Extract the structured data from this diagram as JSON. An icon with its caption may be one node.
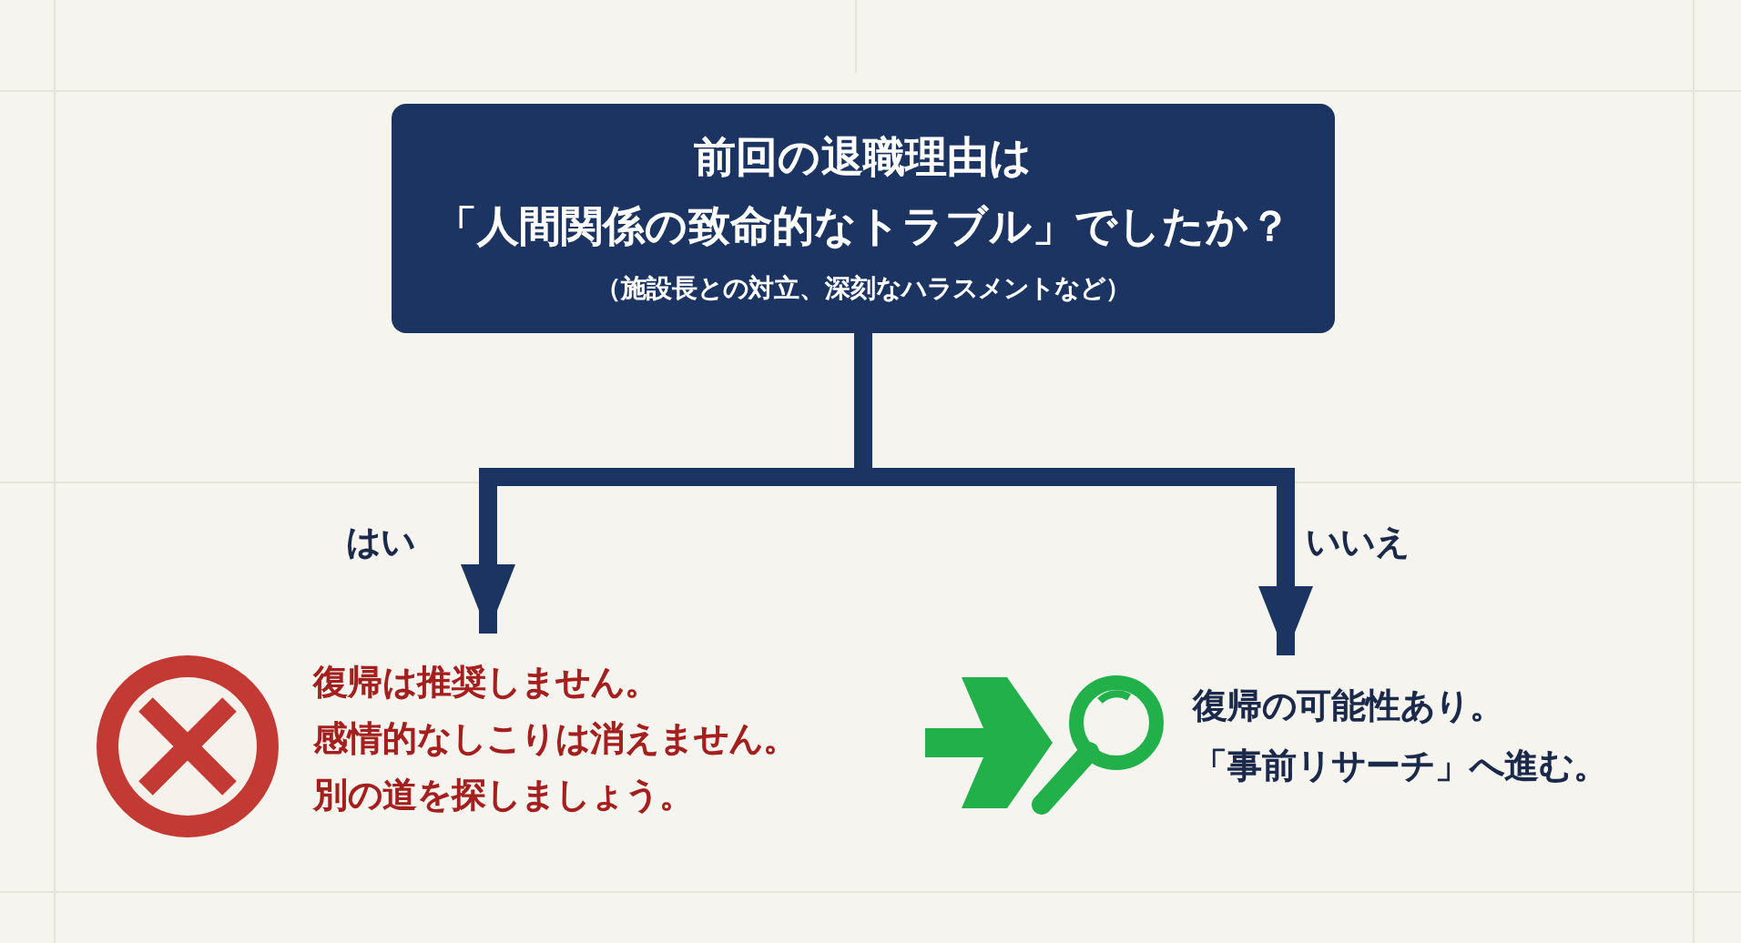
{
  "diagram": {
    "nodes": [
      {
        "text": [
          "前回の退職理由は「人間関係の致命的なトラブル」でしたか？",
          "（施設長との対立、深刻なハラスメントなど）"
        ]
      },
      {
        "text": [
          "復帰は推奨しません。感情的なしこりは消えません。別の道を探しましょう。"
        ]
      },
      {
        "text": [
          "復帰の可能性あり。「事前リサーチ」へ進む。"
        ]
      }
    ],
    "edges": [
      {
        "from": 0,
        "to": 1,
        "arrow": "to",
        "label": "はい"
      },
      {
        "from": 0,
        "to": 2,
        "arrow": "to",
        "label": "いいえ"
      }
    ]
  }
}
